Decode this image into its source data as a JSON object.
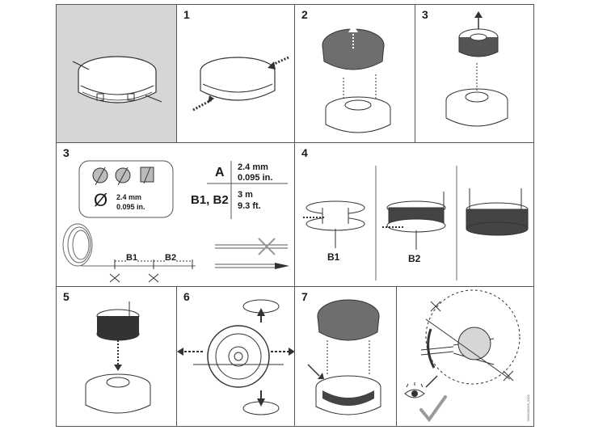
{
  "steps": {
    "s1": "1",
    "s2": "2",
    "s3a": "3",
    "s3b": "3",
    "s4": "4",
    "s5": "5",
    "s6": "6",
    "s7": "7"
  },
  "line_spec": {
    "diameter_symbol": "Ø",
    "diameter_mm": "2.4 mm",
    "diameter_in": "0.095 in.",
    "a_label": "A",
    "a_mm": "2.4 mm",
    "a_in": "0.095 in.",
    "b_label": "B1, B2",
    "b_m": "3 m",
    "b_ft": "9.3 ft.",
    "dim_b1": "B1",
    "dim_b2": "B2"
  },
  "winding": {
    "b1": "B1",
    "b2": "B2"
  },
  "doc_code": "0000000000_0001",
  "colors": {
    "line": "#333333",
    "cap_dark": "#6e6e6e",
    "shaded_bg": "#d6d6d6",
    "check": "#9a9a9a"
  },
  "icons": [
    "scissors-icon",
    "eye-icon",
    "checkmark-icon",
    "arrow-icon"
  ]
}
